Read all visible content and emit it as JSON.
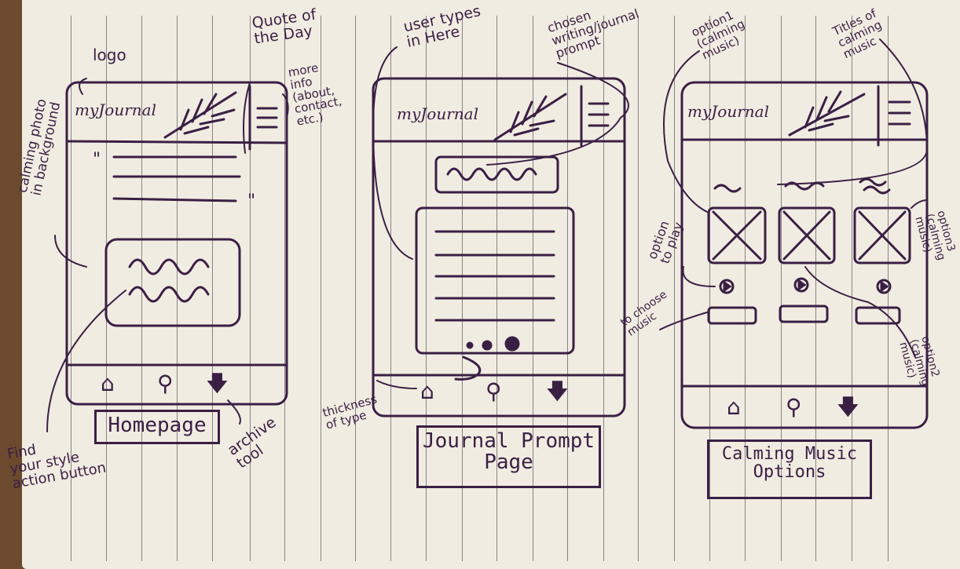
{
  "logo_text": "myJournal",
  "screens": [
    {
      "title": "Homepage",
      "nav": [
        "home-icon",
        "search-icon",
        "archive-download-icon"
      ]
    },
    {
      "title": "Journal Prompt\nPage",
      "nav": [
        "home-icon",
        "search-icon",
        "archive-download-icon"
      ]
    },
    {
      "title": "Calming Music\nOptions",
      "nav": [
        "home-icon",
        "search-icon",
        "archive-download-icon"
      ]
    }
  ],
  "annotations": {
    "calming_photo": "calming photo\nin background",
    "logo": "logo",
    "quote_of_day": "Quote of\nthe Day",
    "more_info": "more\ninfo\n(about,\ncontact,\netc.)",
    "find_style": "Find\nyour style\naction button",
    "archive_tool": "archive\ntool",
    "thickness_of_type": "thickness\nof type",
    "user_types": "user types\nin Here",
    "chosen_prompt": "chosen\nwriting/journal\nprompt",
    "option1": "option1\n(calming\nmusic)",
    "titles_music": "Titles of\ncalming\nmusic",
    "option_to_play": "option\nto play",
    "to_choose_music": "to choose\nmusic",
    "option3": "option3\n(calming\nmusic)",
    "option2": "option2\n(calming\nmusic)"
  },
  "colors": {
    "ink": "#3a1f45",
    "paper": "#f1ece1"
  }
}
